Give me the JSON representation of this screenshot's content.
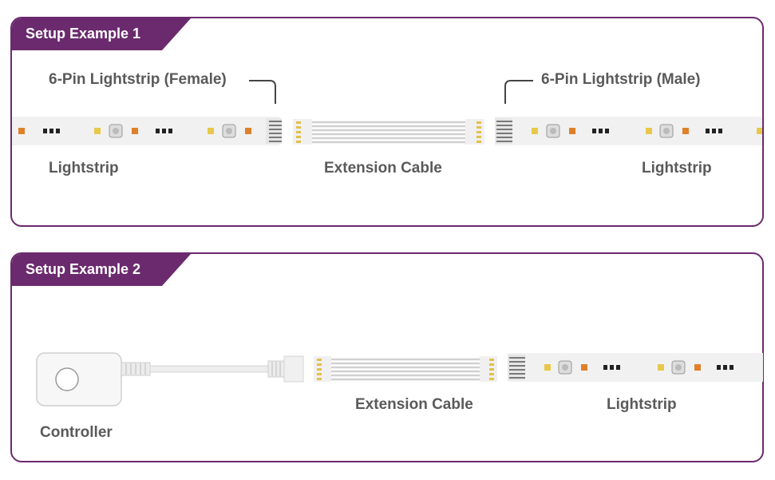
{
  "colors": {
    "accent": "#6b2a6e",
    "text": "#5a5a5a"
  },
  "setup1": {
    "title": "Setup Example 1",
    "female_label": "6-Pin Lightstrip (Female)",
    "male_label": "6-Pin Lightstrip (Male)",
    "left_label": "Lightstrip",
    "middle_label": "Extension Cable",
    "right_label": "Lightstrip"
  },
  "setup2": {
    "title": "Setup Example 2",
    "controller_label": "Controller",
    "middle_label": "Extension Cable",
    "right_label": "Lightstrip"
  }
}
